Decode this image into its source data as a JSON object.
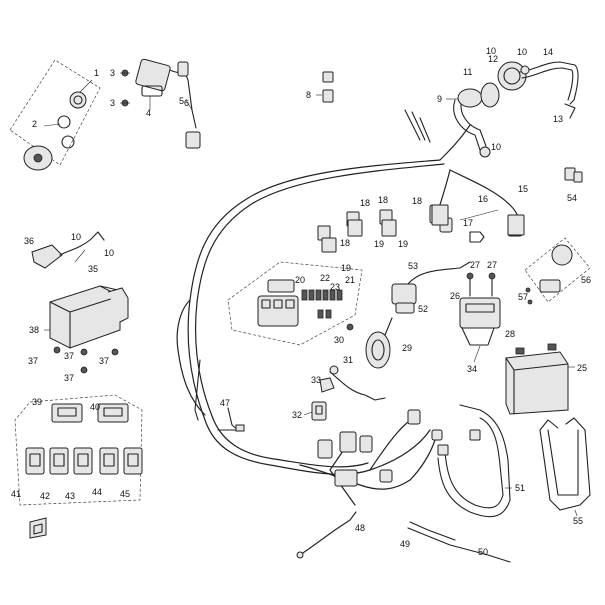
{
  "diagram": {
    "callouts": [
      {
        "id": "1",
        "text": "1"
      },
      {
        "id": "2",
        "text": "2"
      },
      {
        "id": "3a",
        "text": "3"
      },
      {
        "id": "3b",
        "text": "3"
      },
      {
        "id": "4",
        "text": "4"
      },
      {
        "id": "5",
        "text": "5"
      },
      {
        "id": "6",
        "text": "6"
      },
      {
        "id": "8",
        "text": "8"
      },
      {
        "id": "9",
        "text": "9"
      },
      {
        "id": "10a",
        "text": "10"
      },
      {
        "id": "10b",
        "text": "10"
      },
      {
        "id": "10c",
        "text": "10"
      },
      {
        "id": "10d",
        "text": "10"
      },
      {
        "id": "10e",
        "text": "10"
      },
      {
        "id": "11",
        "text": "11"
      },
      {
        "id": "12",
        "text": "12"
      },
      {
        "id": "13",
        "text": "13"
      },
      {
        "id": "14",
        "text": "14"
      },
      {
        "id": "15",
        "text": "15"
      },
      {
        "id": "16",
        "text": "16"
      },
      {
        "id": "17",
        "text": "17"
      },
      {
        "id": "18a",
        "text": "18"
      },
      {
        "id": "18b",
        "text": "18"
      },
      {
        "id": "18c",
        "text": "18"
      },
      {
        "id": "18d",
        "text": "18"
      },
      {
        "id": "19a",
        "text": "19"
      },
      {
        "id": "19b",
        "text": "19"
      },
      {
        "id": "19c",
        "text": "19"
      },
      {
        "id": "20",
        "text": "20"
      },
      {
        "id": "21",
        "text": "21"
      },
      {
        "id": "22",
        "text": "22"
      },
      {
        "id": "23",
        "text": "23"
      },
      {
        "id": "25",
        "text": "25"
      },
      {
        "id": "26",
        "text": "26"
      },
      {
        "id": "27a",
        "text": "27"
      },
      {
        "id": "27b",
        "text": "27"
      },
      {
        "id": "28",
        "text": "28"
      },
      {
        "id": "29",
        "text": "29"
      },
      {
        "id": "30",
        "text": "30"
      },
      {
        "id": "31",
        "text": "31"
      },
      {
        "id": "32",
        "text": "32"
      },
      {
        "id": "33",
        "text": "33"
      },
      {
        "id": "34",
        "text": "34"
      },
      {
        "id": "35",
        "text": "35"
      },
      {
        "id": "36",
        "text": "36"
      },
      {
        "id": "37a",
        "text": "37"
      },
      {
        "id": "37b",
        "text": "37"
      },
      {
        "id": "37c",
        "text": "37"
      },
      {
        "id": "37d",
        "text": "37"
      },
      {
        "id": "38",
        "text": "38"
      },
      {
        "id": "39",
        "text": "39"
      },
      {
        "id": "40",
        "text": "40"
      },
      {
        "id": "41",
        "text": "41"
      },
      {
        "id": "42",
        "text": "42"
      },
      {
        "id": "43",
        "text": "43"
      },
      {
        "id": "44",
        "text": "44"
      },
      {
        "id": "45",
        "text": "45"
      },
      {
        "id": "47",
        "text": "47"
      },
      {
        "id": "48",
        "text": "48"
      },
      {
        "id": "49",
        "text": "49"
      },
      {
        "id": "50",
        "text": "50"
      },
      {
        "id": "51",
        "text": "51"
      },
      {
        "id": "52",
        "text": "52"
      },
      {
        "id": "53",
        "text": "53"
      },
      {
        "id": "54",
        "text": "54"
      },
      {
        "id": "55",
        "text": "55"
      },
      {
        "id": "56",
        "text": "56"
      },
      {
        "id": "57",
        "text": "57"
      }
    ],
    "logo_text": "",
    "line_color": "#222222",
    "background_color": "#ffffff"
  }
}
